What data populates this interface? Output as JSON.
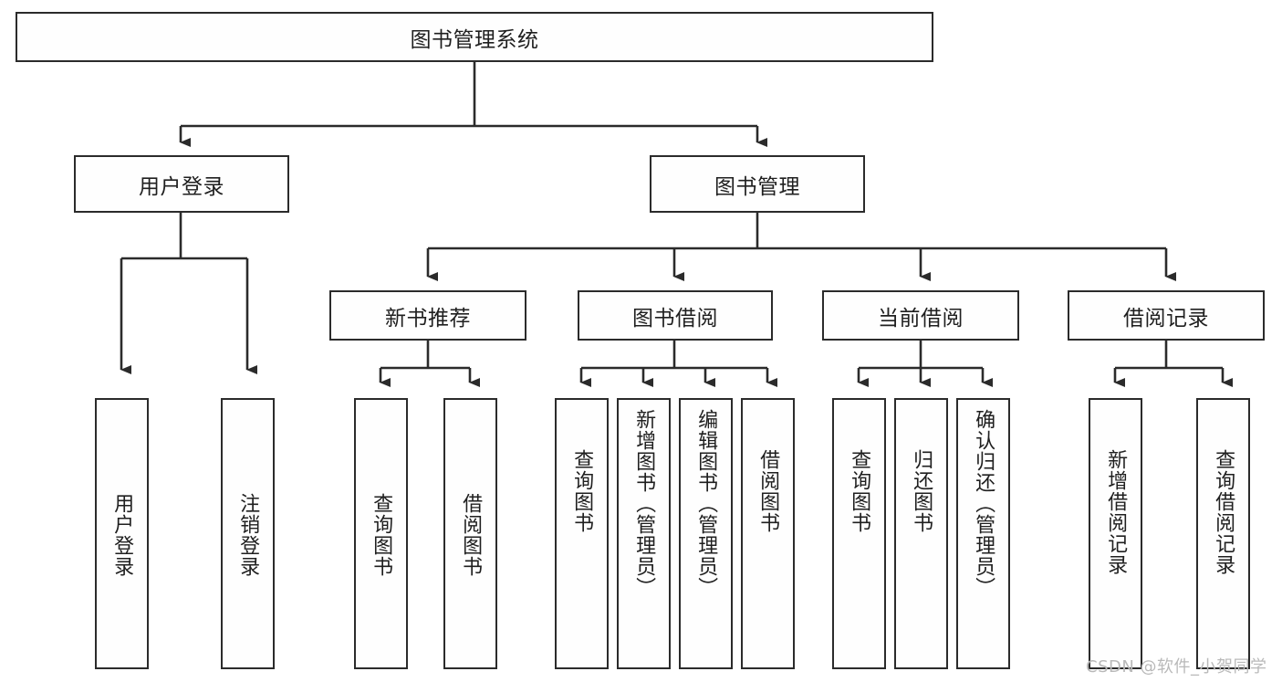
{
  "diagram": {
    "type": "tree-hierarchy-diagram",
    "title": "图书管理系统",
    "background_color": "#ffffff",
    "border_color": "#2b2b2b",
    "text_color": "#1f1f1f",
    "root": {
      "label": "图书管理系统"
    },
    "level2": [
      {
        "label": "用户登录"
      },
      {
        "label": "图书管理"
      }
    ],
    "level3": [
      {
        "label": "新书推荐"
      },
      {
        "label": "图书借阅"
      },
      {
        "label": "当前借阅"
      },
      {
        "label": "借阅记录"
      }
    ],
    "leaves": [
      {
        "label": "用户登录",
        "parent": "用户登录"
      },
      {
        "label": "注销登录",
        "parent": "用户登录"
      },
      {
        "label": "查询图书",
        "parent": "新书推荐"
      },
      {
        "label": "借阅图书",
        "parent": "新书推荐"
      },
      {
        "label": "查询图书",
        "parent": "图书借阅"
      },
      {
        "label": "新增图书（管理员）",
        "parent": "图书借阅"
      },
      {
        "label": "编辑图书（管理员）",
        "parent": "图书借阅"
      },
      {
        "label": "借阅图书",
        "parent": "图书借阅"
      },
      {
        "label": "查询图书",
        "parent": "当前借阅"
      },
      {
        "label": "归还图书",
        "parent": "当前借阅"
      },
      {
        "label": "确认归还（管理员）",
        "parent": "当前借阅"
      },
      {
        "label": "新增借阅记录",
        "parent": "借阅记录"
      },
      {
        "label": "查询借阅记录",
        "parent": "借阅记录"
      }
    ]
  },
  "watermark": {
    "text": "CSDN @软件_小贺同学"
  }
}
